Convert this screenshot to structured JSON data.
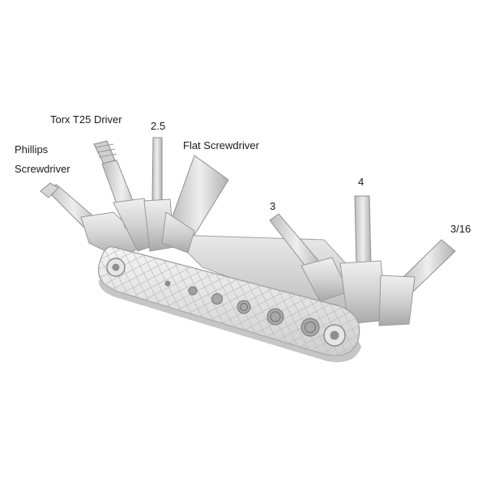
{
  "labels": {
    "torx": "Torx T25 Driver",
    "hex_2_5": "2.5",
    "flat": "Flat Screwdriver",
    "phillips_line1": "Phillips",
    "phillips_line2": "Screwdriver",
    "hex_3": "3",
    "hex_4": "4",
    "hex_3_16": "3/16"
  },
  "icons": {
    "product": "multi-tool-icon"
  },
  "colors": {
    "background": "#ffffff",
    "label_text": "#1a1a1a",
    "metal_light": "#e6e6e6",
    "metal_mid": "#c4c4c4",
    "metal_dark": "#9a9a9a"
  }
}
